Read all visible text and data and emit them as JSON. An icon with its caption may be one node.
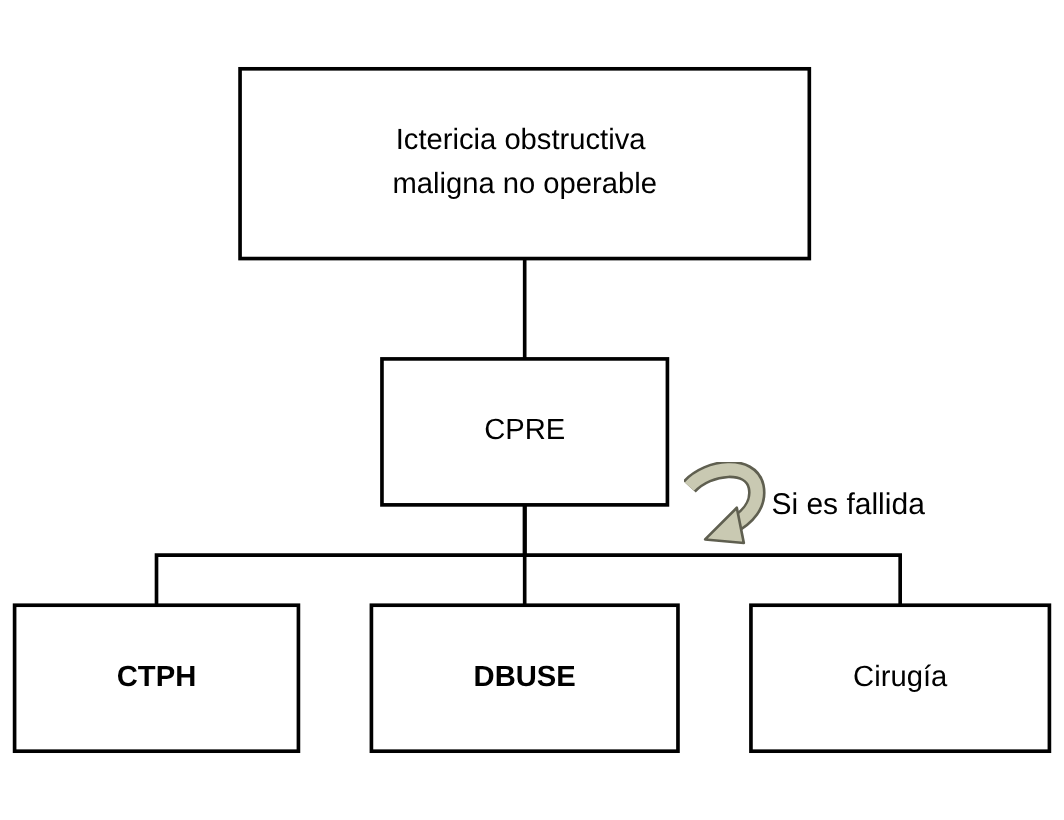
{
  "diagram": {
    "nodes": [
      {
        "text": [
          "Ictericia obstructiva maligna no operable"
        ]
      },
      {
        "text": [
          "CPRE"
        ]
      },
      {
        "text": [
          "CTPH"
        ]
      },
      {
        "text": [
          "DBUSE"
        ]
      },
      {
        "text": [
          "Cirugía"
        ]
      }
    ],
    "edges": [
      {
        "from": 0,
        "to": 1,
        "arrow": "none"
      },
      {
        "from": 1,
        "to": 2,
        "arrow": "none"
      },
      {
        "from": 1,
        "to": 3,
        "arrow": "none"
      },
      {
        "from": 1,
        "to": 4,
        "arrow": "none"
      }
    ],
    "labels": [
      "Si es fallida"
    ]
  }
}
